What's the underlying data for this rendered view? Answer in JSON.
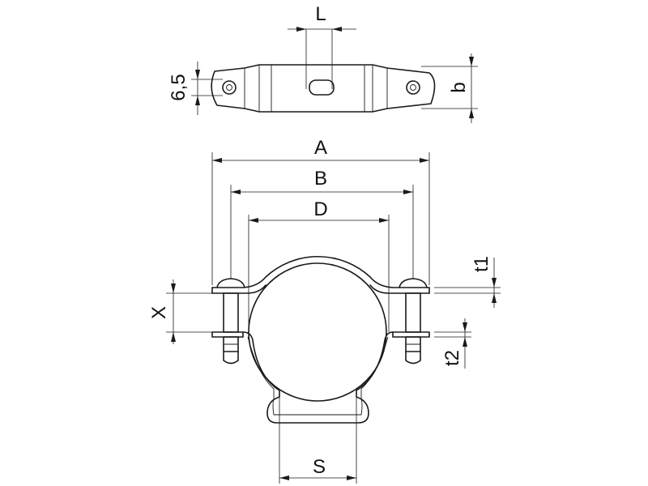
{
  "labels": {
    "L": "L",
    "six_five": "6,5",
    "b": "b",
    "A": "A",
    "B": "B",
    "D": "D",
    "t1": "t1",
    "X": "X",
    "t2": "t2",
    "S": "S"
  }
}
